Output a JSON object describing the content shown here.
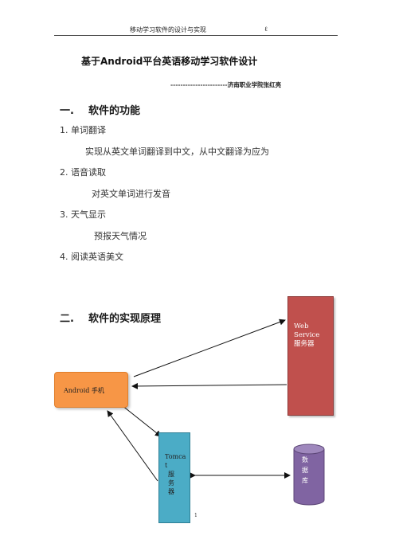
{
  "header": {
    "title": "移动学习软件的设计与实现",
    "marker": "ℓ"
  },
  "doc": {
    "title": "基于Android平台英语移动学习软件设计",
    "byline": "-----------------------济南职业学院张红亮",
    "section1": {
      "num": "一.",
      "title": "软件的功能",
      "items": [
        {
          "num": "1.",
          "label": "单词翻译",
          "desc": "实现从英文单词翻译到中文，从中文翻译为应为"
        },
        {
          "num": "2.",
          "label": "语音读取",
          "desc": "对英文单词进行发音"
        },
        {
          "num": "3.",
          "label": "天气显示",
          "desc": "预报天气情况"
        },
        {
          "num": "4.",
          "label": "阅读英语美文",
          "desc": ""
        }
      ]
    },
    "section2": {
      "num": "二.",
      "title": "软件的实现原理"
    }
  },
  "diagram": {
    "web_service": {
      "line1": "Web",
      "line2": "Service",
      "line3": "服务器",
      "color": "#c0504d"
    },
    "android": {
      "label": "Android 手机",
      "color": "#f79646"
    },
    "tomcat": {
      "line1": "Tomca",
      "line2": "t",
      "line3": "服",
      "line4": "务",
      "line5": "器",
      "color": "#4bacc6"
    },
    "database": {
      "line1": "数",
      "line2": "据",
      "line3": "库",
      "color": "#8064a2"
    }
  },
  "footer": {
    "page_number": "1"
  }
}
